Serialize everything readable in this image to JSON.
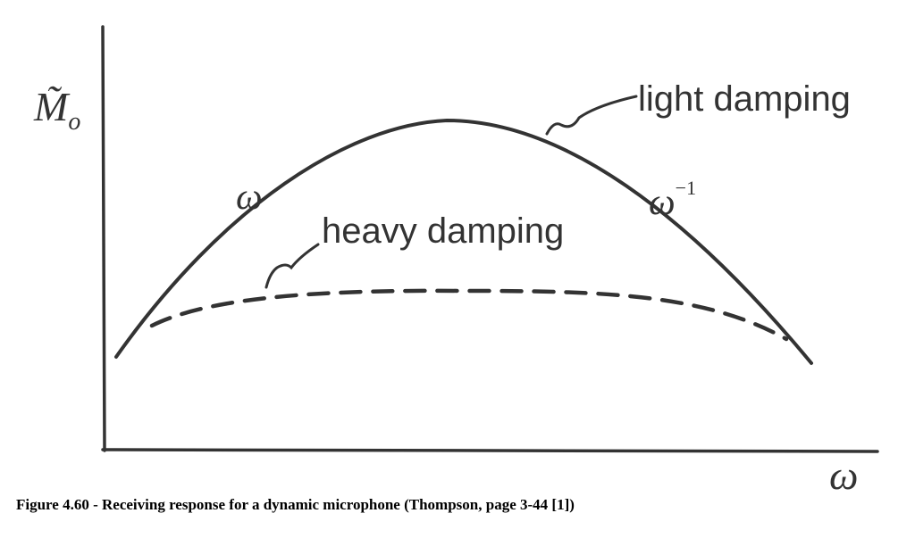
{
  "figure": {
    "y_axis_label": "M̃",
    "y_axis_subscript": "o",
    "x_axis_label": "ω",
    "curves": {
      "light_damping": {
        "label": "light damping",
        "style": "solid"
      },
      "heavy_damping": {
        "label": "heavy damping",
        "style": "dashed"
      }
    },
    "slope_labels": {
      "rising": "ω",
      "falling_base": "ω",
      "falling_exponent": "−1"
    },
    "colors": {
      "ink": "#333333",
      "background": "#ffffff"
    }
  },
  "caption": "Figure 4.60 - Receiving response for a dynamic microphone (Thompson, page 3-44 [1])"
}
